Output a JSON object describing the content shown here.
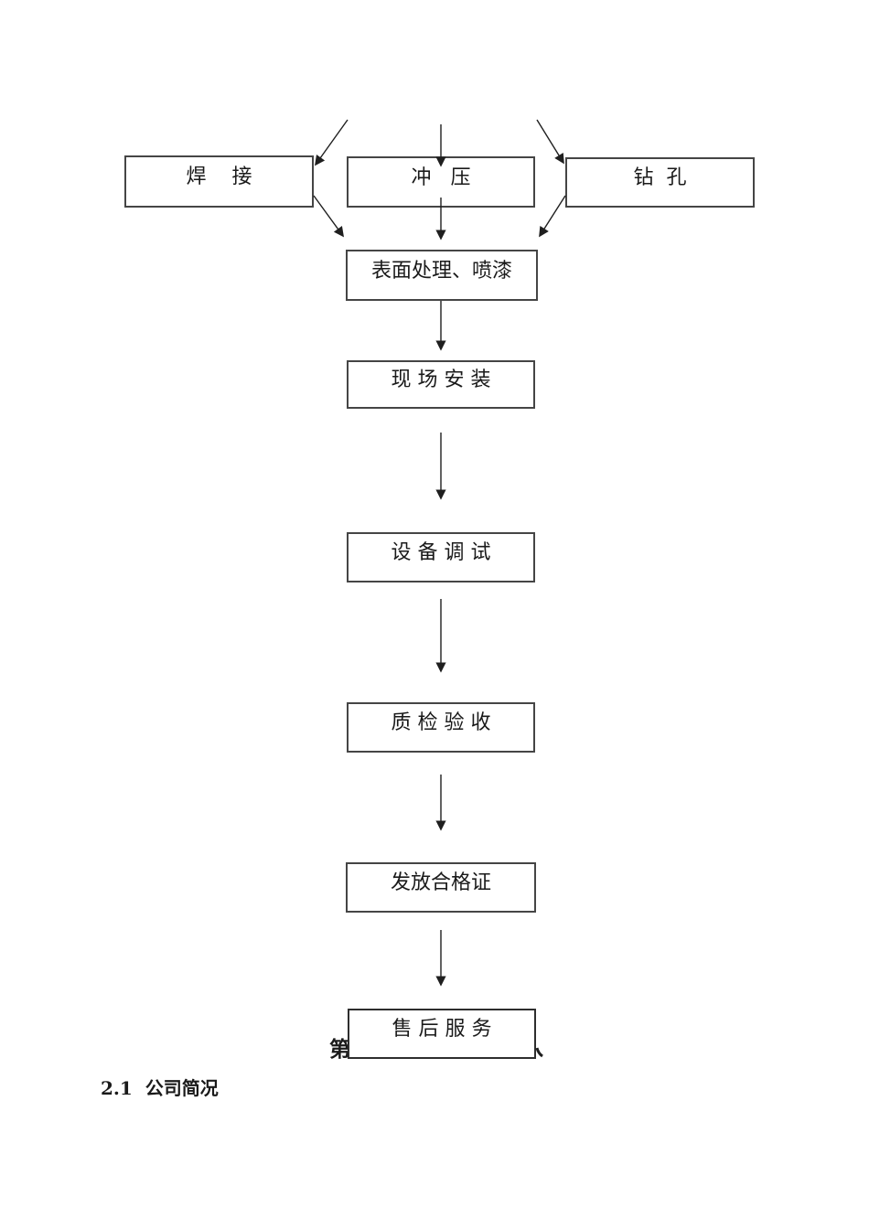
{
  "document": {
    "chapter_heading_fragment": "第",
    "section_heading": "2.1  公司简况"
  },
  "flowchart": {
    "boxes": [
      {
        "id": "welding",
        "label": "焊    接"
      },
      {
        "id": "stamping",
        "label": "冲   压"
      },
      {
        "id": "drilling",
        "label": "钻  孔"
      },
      {
        "id": "surface-painting",
        "label": "表面处理、喷漆"
      },
      {
        "id": "site-installation",
        "label": "现 场 安 装"
      },
      {
        "id": "equipment-debugging",
        "label": "设 备 调 试"
      },
      {
        "id": "quality-inspection",
        "label": "质 检 验 收"
      },
      {
        "id": "certificate-issuance",
        "label": "发放合格证"
      },
      {
        "id": "after-sales-service",
        "label": "售 后 服 务"
      }
    ],
    "edges": [
      {
        "from": "offscreen-top",
        "to": "welding"
      },
      {
        "from": "offscreen-top",
        "to": "stamping"
      },
      {
        "from": "offscreen-top",
        "to": "drilling"
      },
      {
        "from": "welding",
        "to": "surface-painting"
      },
      {
        "from": "stamping",
        "to": "surface-painting"
      },
      {
        "from": "drilling",
        "to": "surface-painting"
      },
      {
        "from": "surface-painting",
        "to": "site-installation"
      },
      {
        "from": "site-installation",
        "to": "equipment-debugging"
      },
      {
        "from": "equipment-debugging",
        "to": "quality-inspection"
      },
      {
        "from": "quality-inspection",
        "to": "certificate-issuance"
      },
      {
        "from": "certificate-issuance",
        "to": "after-sales-service"
      }
    ]
  },
  "colors": {
    "background": "#ffffff",
    "text": "#1a1a1a",
    "line": "#1f1f1f",
    "box_border": "#454545",
    "service_border": "#2e2e2e"
  }
}
